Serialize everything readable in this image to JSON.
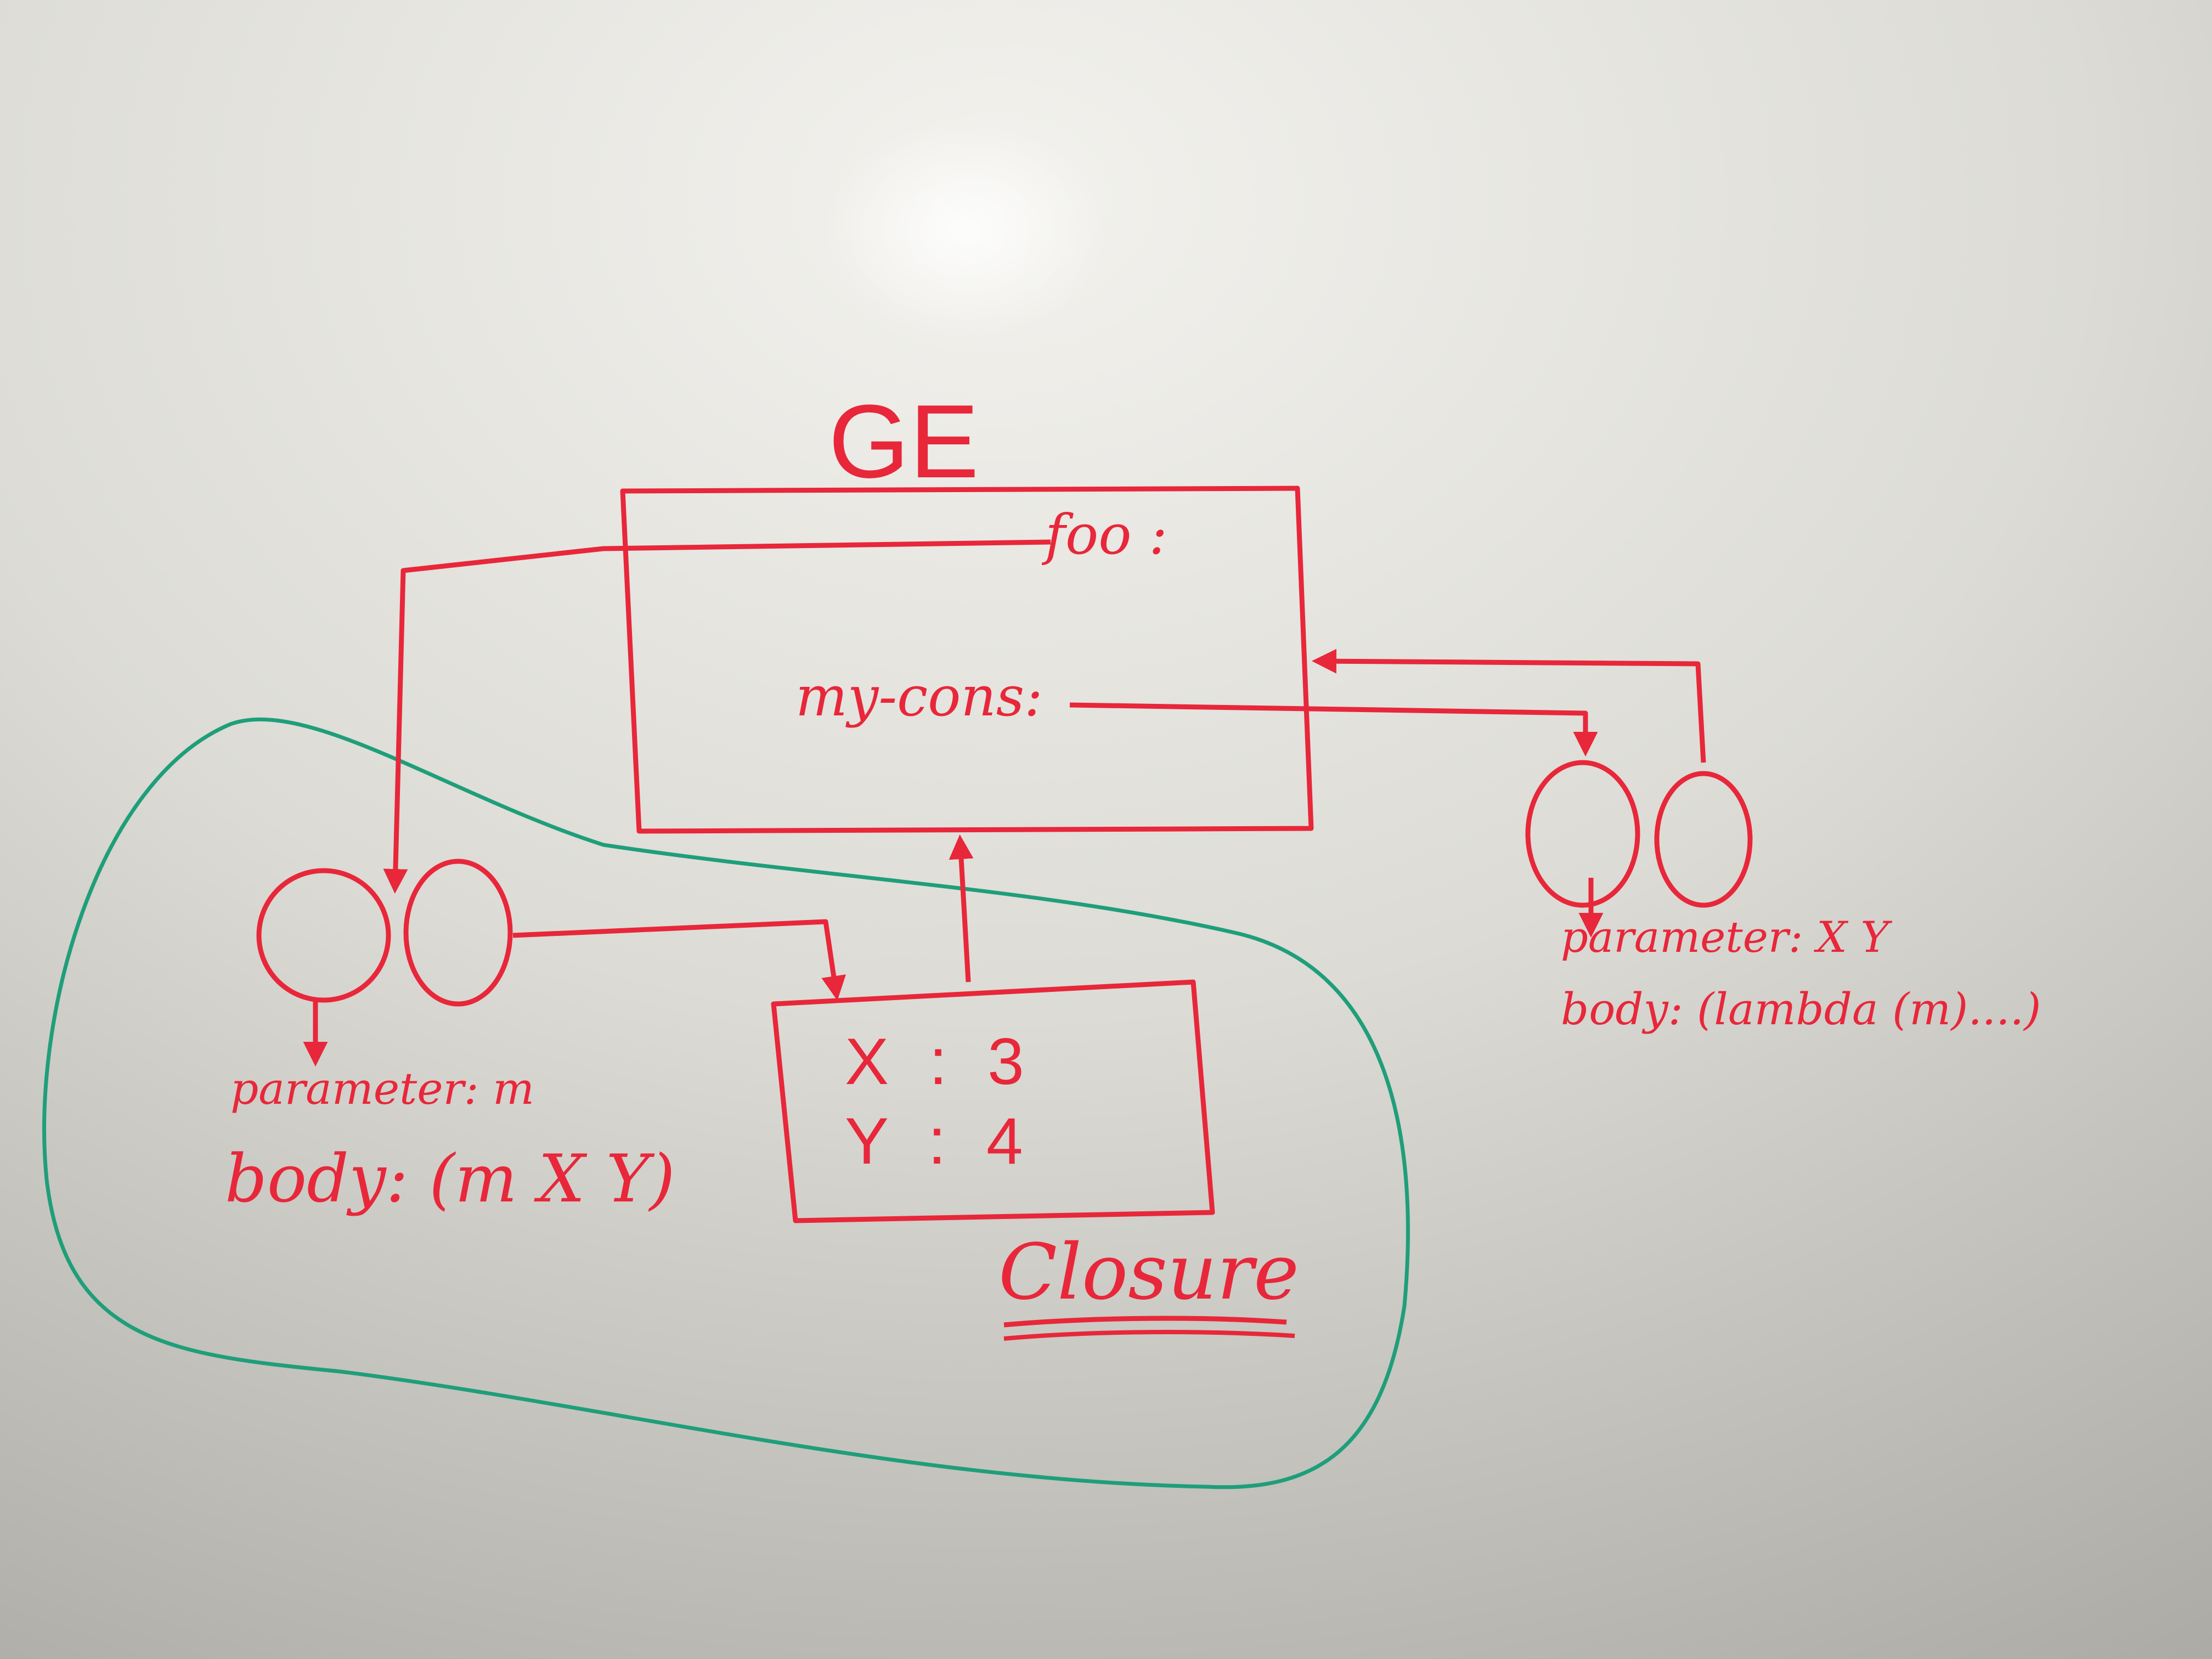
{
  "colors": {
    "marker_red": "#e8273a",
    "marker_green": "#1f9e7a",
    "board_light": "#e9e8e3",
    "board_dark": "#a9a8a2"
  },
  "global_env": {
    "title": "GE",
    "bindings": [
      "foo :",
      "my-cons:"
    ]
  },
  "closure_frame": {
    "bindings": [
      "X : 3",
      "Y : 4"
    ]
  },
  "left_procedure": {
    "parameter": "parameter: m",
    "body": "body: (m X Y)"
  },
  "right_procedure": {
    "parameter": "parameter: X Y",
    "body": "body: (lambda (m)....)"
  },
  "closure_label": "Closure"
}
